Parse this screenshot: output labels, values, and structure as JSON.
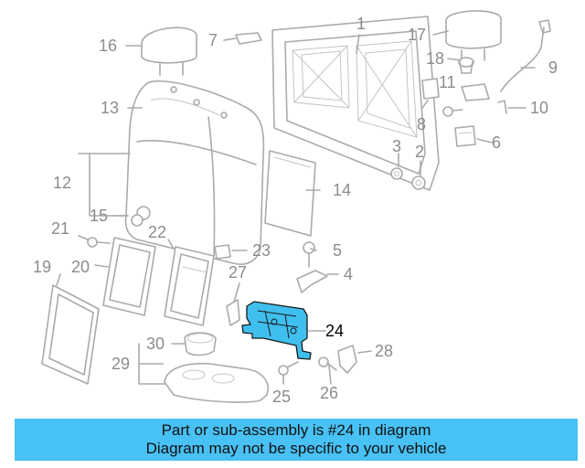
{
  "callouts": {
    "c1": "1",
    "c2": "2",
    "c3": "3",
    "c4": "4",
    "c5": "5",
    "c6": "6",
    "c7": "7",
    "c8": "8",
    "c9": "9",
    "c10": "10",
    "c11": "11",
    "c12": "12",
    "c13": "13",
    "c14": "14",
    "c15": "15",
    "c16": "16",
    "c17": "17",
    "c18": "18",
    "c19": "19",
    "c20": "20",
    "c21": "21",
    "c22": "22",
    "c23": "23",
    "c24": "24",
    "c25": "25",
    "c26": "26",
    "c27": "27",
    "c28": "28",
    "c29": "29",
    "c30": "30"
  },
  "highlighted_part": "24",
  "colors": {
    "highlight": "#3fbfee",
    "banner": "#48c1f4",
    "line": "#aaaaaa"
  },
  "banner": {
    "line1": "Part or sub-assembly is #24 in diagram",
    "line2": "Diagram may not be specific to your vehicle"
  }
}
